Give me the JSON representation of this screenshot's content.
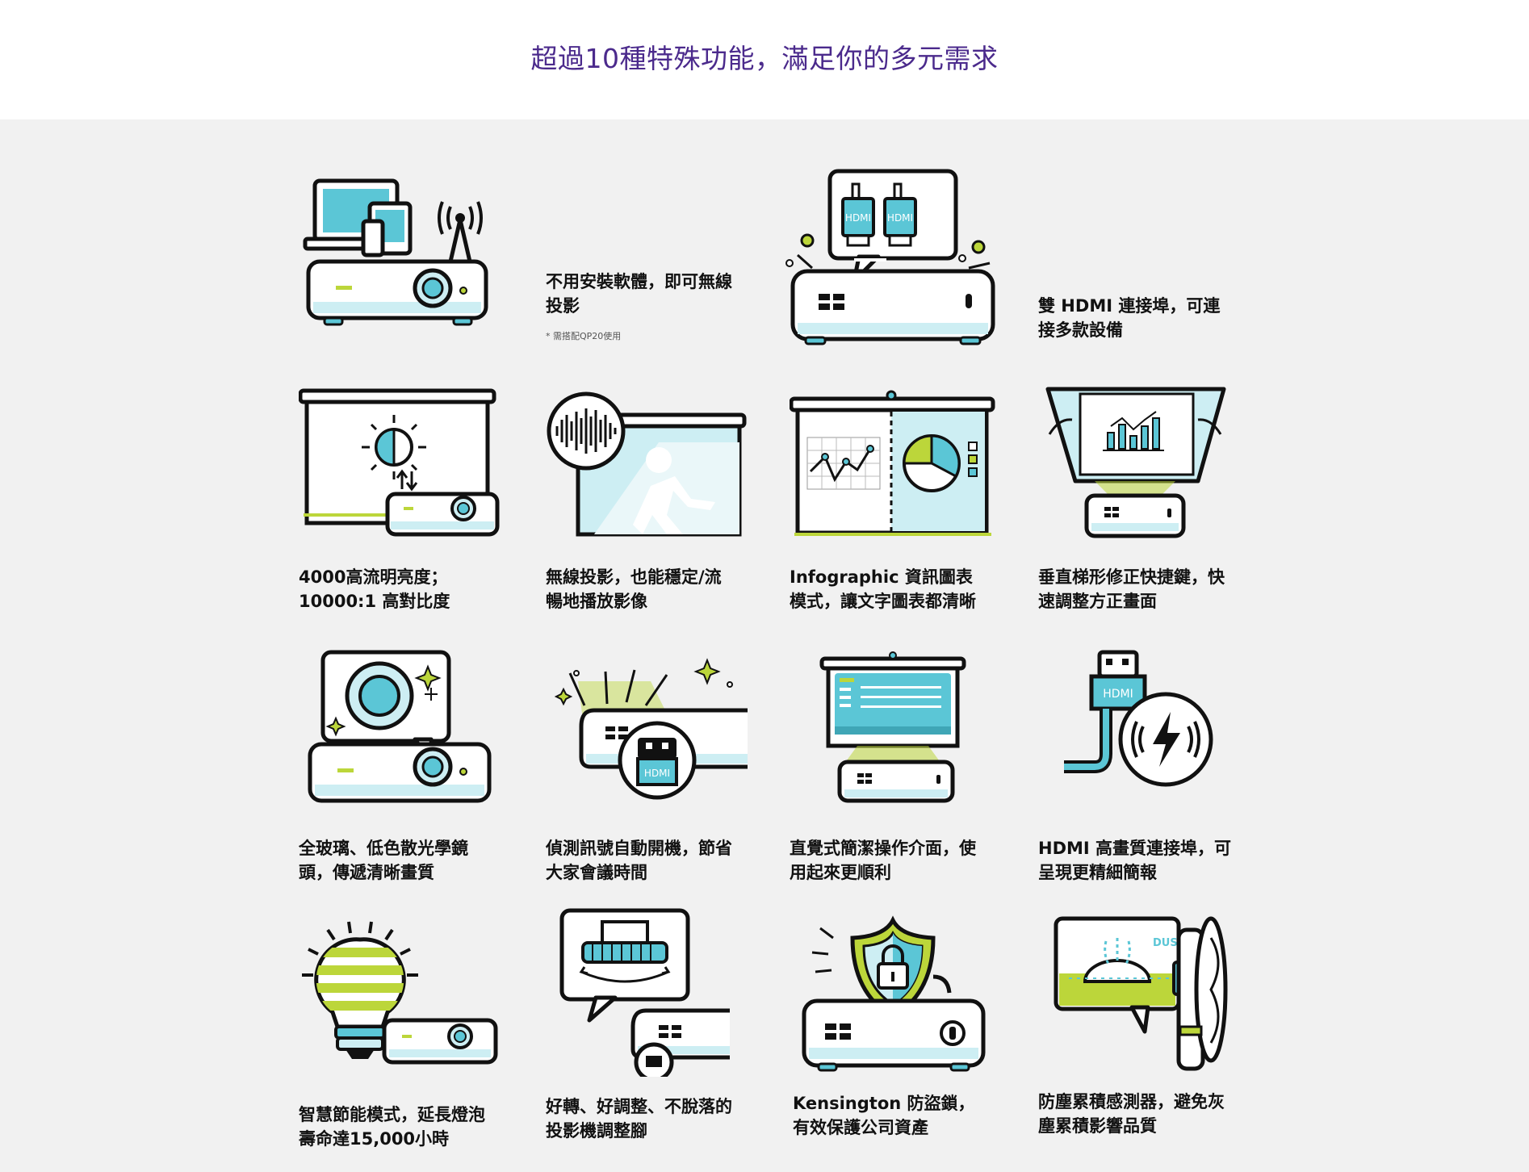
{
  "title": "超過10種特殊功能，滿足你的多元需求",
  "colors": {
    "title": "#4b2a8c",
    "accent_cyan": "#5bc6d6",
    "accent_lime": "#bcd63a",
    "panel_bg": "#f1f1f1"
  },
  "features": [
    {
      "icon": "wireless-devices-projector-icon",
      "lines": [
        "不用安裝軟體，即可無線",
        "投影"
      ],
      "note": "* 需搭配QP20使用"
    },
    {
      "icon": "dual-hdmi-projector-icon",
      "lines": [
        "雙 HDMI 連接埠，可連",
        "接多款設備"
      ],
      "hdmi": "HDMI"
    },
    {
      "icon": "brightness-contrast-icon",
      "lines": [
        "4000高流明亮度；",
        "10000:1 高對比度"
      ]
    },
    {
      "icon": "wireless-streaming-icon",
      "lines": [
        "無線投影，也能穩定/流",
        "暢地播放影像"
      ]
    },
    {
      "icon": "infographic-mode-icon",
      "lines": [
        "Infographic 資訊圖表",
        "模式，讓文字圖表都清晰"
      ]
    },
    {
      "icon": "keystone-correction-icon",
      "lines": [
        "垂直梯形修正快捷鍵，快",
        "速調整方正畫面"
      ]
    },
    {
      "icon": "glass-lens-icon",
      "lines": [
        "全玻璃、低色散光學鏡",
        "頭，傳遞清晰畫質"
      ]
    },
    {
      "icon": "auto-power-on-icon",
      "lines": [
        "偵測訊號自動開機，節省",
        "大家會議時間"
      ],
      "hdmi": "HDMI"
    },
    {
      "icon": "intuitive-ui-icon",
      "lines": [
        "直覺式簡潔操作介面，使",
        "用起來更順利"
      ]
    },
    {
      "icon": "hdmi-port-icon",
      "lines": [
        "HDMI 高畫質連接埠，可",
        "呈現更精細簡報"
      ],
      "hdmi": "HDMI"
    },
    {
      "icon": "eco-lamp-icon",
      "lines": [
        "智慧節能模式，延長燈泡",
        "壽命達15,000小時"
      ]
    },
    {
      "icon": "adjustable-foot-icon",
      "lines": [
        "好轉、好調整、不脫落的",
        "投影機調整腳"
      ]
    },
    {
      "icon": "kensington-lock-icon",
      "lines": [
        "Kensington 防盜鎖，",
        "有效保護公司資產"
      ]
    },
    {
      "icon": "dust-sensor-icon",
      "lines": [
        "防塵累積感測器，避免灰",
        "塵累積影響品質"
      ],
      "dust": "DUST"
    }
  ]
}
